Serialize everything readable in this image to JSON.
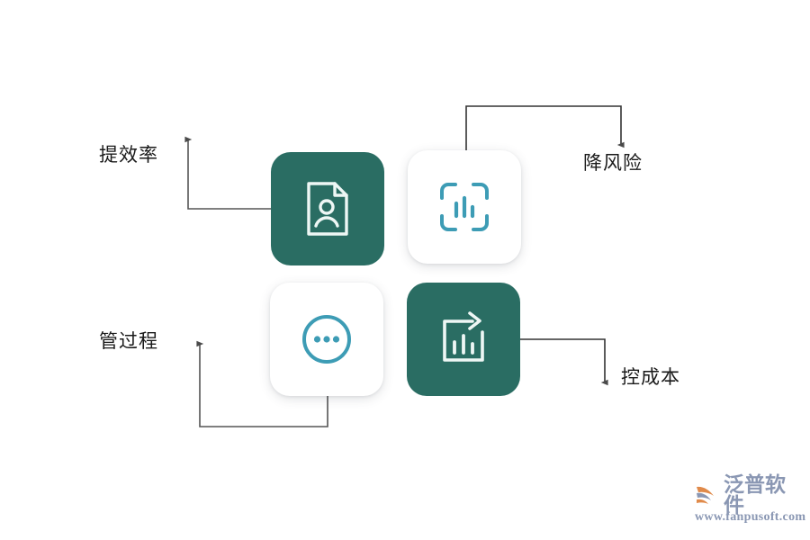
{
  "diagram": {
    "title": "",
    "colors": {
      "tile_dark": "#2a6d63",
      "tile_light": "#ffffff",
      "icon_blue": "#3d9cb5",
      "icon_white": "#eef7f5",
      "connector": "#555555",
      "label_text": "#1a1a1a",
      "brand_text": "#8a97b3",
      "brand_mark_orange": "#e08a4a",
      "brand_mark_gray": "#8a97b3"
    },
    "tiles": [
      {
        "id": "doc-person",
        "icon_name": "document-person-icon",
        "style": "dark",
        "icon_color": "#eef7f5"
      },
      {
        "id": "scan-chart",
        "icon_name": "scan-barchart-icon",
        "style": "light",
        "icon_color": "#3d9cb5"
      },
      {
        "id": "dots-circle",
        "icon_name": "circle-ellipsis-icon",
        "style": "light",
        "icon_color": "#3d9cb5"
      },
      {
        "id": "chart-arrow",
        "icon_name": "barchart-arrow-icon",
        "style": "dark",
        "icon_color": "#eef7f5"
      }
    ],
    "labels": [
      {
        "id": "tixiaolv",
        "text": "提效率"
      },
      {
        "id": "guanguocheng",
        "text": "管过程"
      },
      {
        "id": "jiangfengxian",
        "text": "降风险"
      },
      {
        "id": "kongchengben",
        "text": "控成本"
      }
    ],
    "connectors": [
      {
        "id": "doc-person-to-tixiaolv",
        "from": "doc-person",
        "to": "tixiaolv",
        "arrow": "up"
      },
      {
        "id": "scan-chart-to-jiangfengxian",
        "from": "scan-chart",
        "to": "jiangfengxian",
        "arrow": "down"
      },
      {
        "id": "dots-circle-to-guanguocheng",
        "from": "dots-circle",
        "to": "guanguocheng",
        "arrow": "up"
      },
      {
        "id": "chart-arrow-to-kongchengben",
        "from": "chart-arrow",
        "to": "kongchengben",
        "arrow": "down"
      }
    ]
  },
  "brand": {
    "name": "泛普软件",
    "url": "www.fanpusoft.com"
  }
}
